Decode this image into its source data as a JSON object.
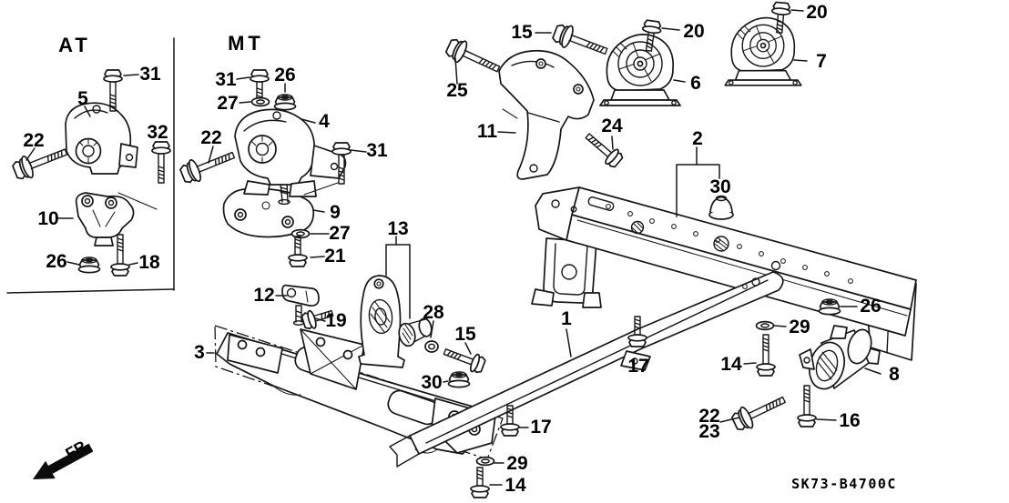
{
  "diagram": {
    "at_section_label": "AT",
    "mt_section_label": "MT",
    "direction_label": "FR.",
    "part_code": "SK73-B4700C",
    "colors": {
      "line": "#161616",
      "background": "#ffffff"
    }
  },
  "callouts": {
    "at_31": "31",
    "at_5": "5",
    "at_22": "22",
    "at_32": "32",
    "at_10": "10",
    "at_26": "26",
    "at_18": "18",
    "mt_31_top": "31",
    "mt_26": "26",
    "mt_27": "27",
    "mt_4": "4",
    "mt_22": "22",
    "mt_31_right": "31",
    "p25": "25",
    "p15_top": "15",
    "p20_center": "20",
    "p6": "6",
    "p7": "7",
    "p20_right": "20",
    "p11": "11",
    "p24": "24",
    "p2": "2",
    "p30_rear": "30",
    "p9": "9",
    "p27": "27",
    "p21": "21",
    "p13": "13",
    "p12": "12",
    "p19": "19",
    "p28": "28",
    "p15_lower": "15",
    "p30_front": "30",
    "p3": "3",
    "p1": "1",
    "p17_girder": "17",
    "p17_front": "17",
    "p29_front": "29",
    "p14_front": "14",
    "p26_rear": "26",
    "p29_rear": "29",
    "p14_rear": "14",
    "p8": "8",
    "p22_rear": "22",
    "p23_rear": "23",
    "p16": "16"
  }
}
